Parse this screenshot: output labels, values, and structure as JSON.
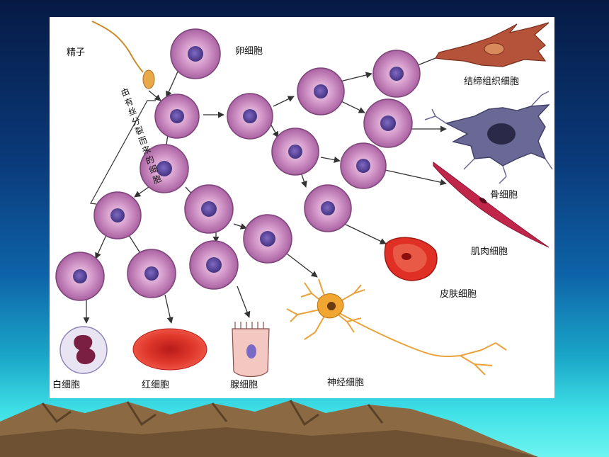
{
  "labels": {
    "sperm": "精子",
    "egg": "卵细胞",
    "divided_cells": "由有丝分裂而来的细胞",
    "connective": "结缔组织细胞",
    "bone": "骨细胞",
    "muscle": "肌肉细胞",
    "skin": "皮肤细胞",
    "white_blood": "白细胞",
    "red_blood": "红细胞",
    "gland": "腺细胞",
    "nerve": "神经细胞"
  },
  "colors": {
    "cell_outer": "#b06aa8",
    "cell_inner": "#d8a2cf",
    "nucleus": "#5a3f9c",
    "arrow": "#333333",
    "red_cell": "#d92a22",
    "muscle": "#c0264a",
    "connective": "#b5533a",
    "bone": "#5c5a8c",
    "nerve": "#e8a23a"
  }
}
